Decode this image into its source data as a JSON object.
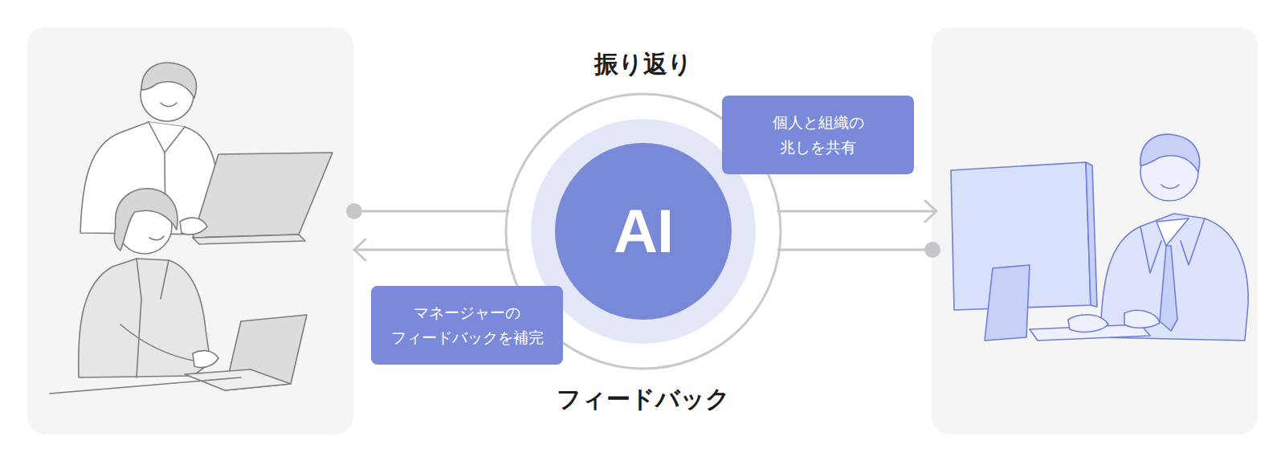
{
  "diagram": {
    "nodes": [
      {
        "text": [
          "AI"
        ]
      },
      {
        "text": [
          "個人と組織の 兆しを共有"
        ]
      },
      {
        "text": [
          "マネージャーの フィードバックを補完"
        ]
      }
    ],
    "labels": [
      "振り返り",
      "フィードバック"
    ]
  }
}
